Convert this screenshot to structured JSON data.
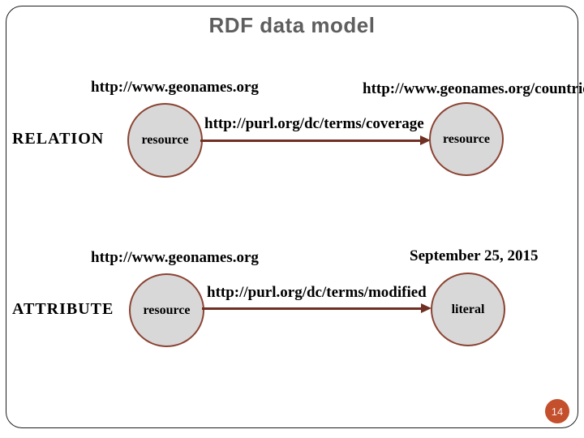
{
  "title": "RDF data model",
  "page_number": "14",
  "colors": {
    "title_gray": "#5e5e5e",
    "node_fill": "#d8d8d8",
    "node_stroke": "#8b4332",
    "arrow_brown": "#6f2f22",
    "page_badge": "#c44f2c",
    "slide_border": "#1e1e1e"
  },
  "diagrams": [
    {
      "label": "RELATION",
      "subject_label": "http://www.geonames.org",
      "subject_node": "resource",
      "predicate_label": "http://purl.org/dc/terms/coverage",
      "object_label": "http://www.geonames.org/countries",
      "object_node": "resource"
    },
    {
      "label": "ATTRIBUTE",
      "subject_label": "http://www.geonames.org",
      "subject_node": "resource",
      "predicate_label": "http://purl.org/dc/terms/modified",
      "object_label": "September 25, 2015",
      "object_node": "literal"
    }
  ]
}
